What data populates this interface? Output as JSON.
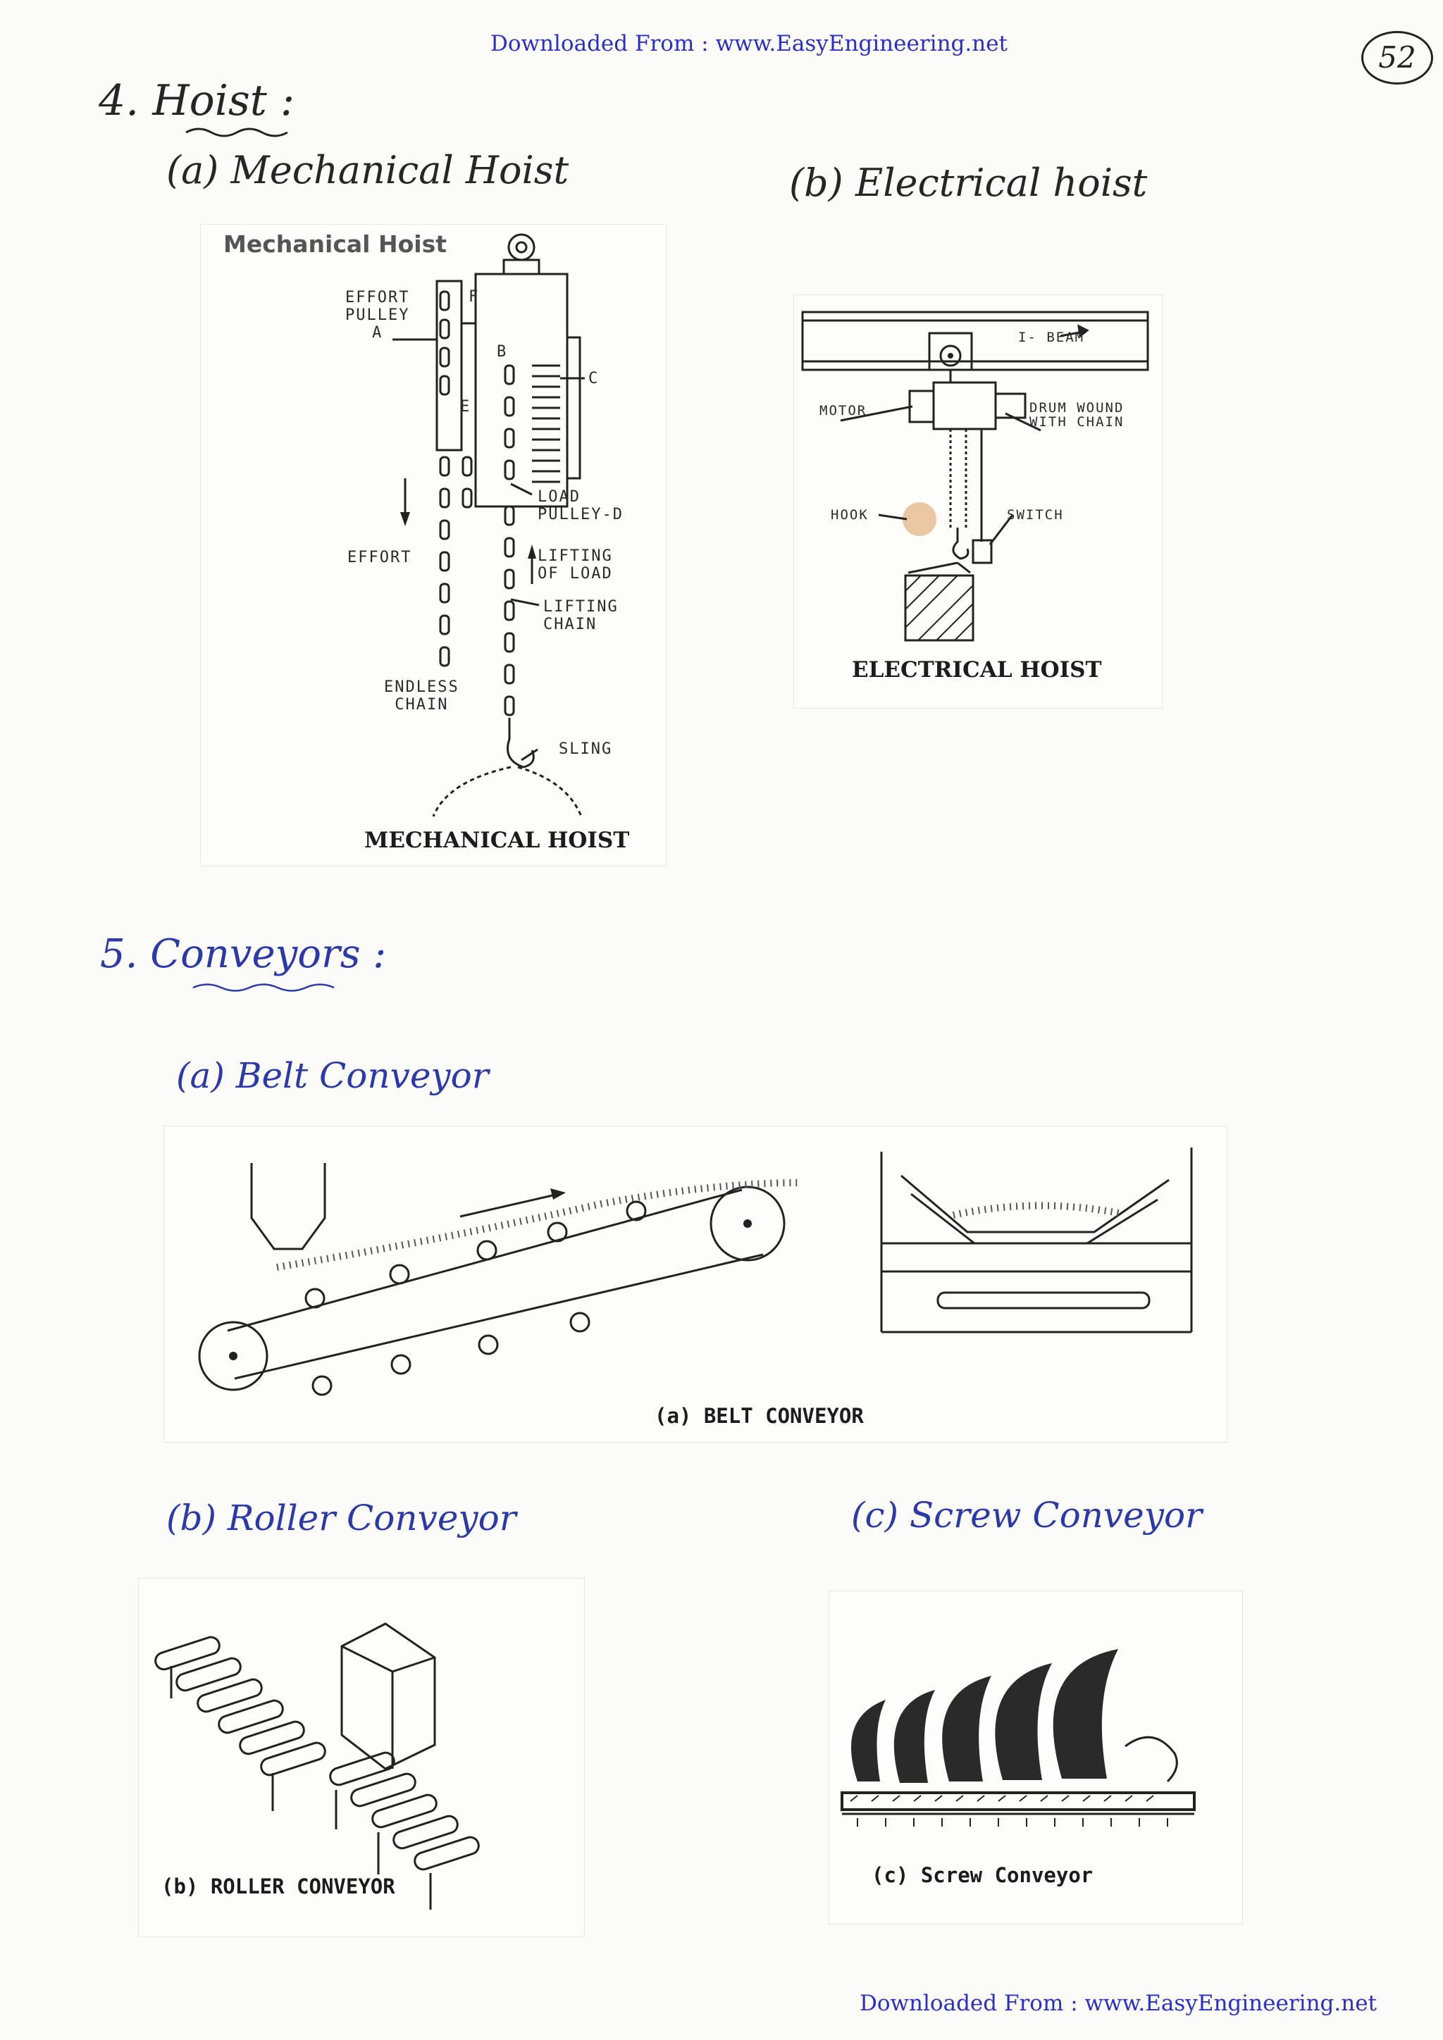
{
  "header": {
    "download_text": "Downloaded From : www.EasyEngineering.net",
    "page_number": "52"
  },
  "footer": {
    "download_text": "Downloaded From : www.EasyEngineering.net"
  },
  "section4": {
    "heading": "4. Hoist :",
    "a_heading": "(a) Mechanical Hoist",
    "b_heading": "(b) Electrical hoist",
    "mechanical": {
      "subtitle": "Mechanical Hoist",
      "labels": {
        "effort_pulley": "EFFORT\nPULLEY\nA",
        "f": "F",
        "b": "B",
        "c": "C",
        "e": "E",
        "load_pulley": "LOAD\nPULLEY-D",
        "effort": "EFFORT",
        "lifting_of_load": "LIFTING\nOF LOAD",
        "lifting_chain": "LIFTING\nCHAIN",
        "endless_chain": "ENDLESS\nCHAIN",
        "sling": "SLING"
      },
      "caption": "MECHANICAL HOIST"
    },
    "electrical": {
      "labels": {
        "i_beam": "I- BEAM",
        "motor": "MOTOR",
        "drum": "DRUM WOUND\nWITH CHAIN",
        "hook": "HOOK",
        "switch": "SWITCH"
      },
      "caption": "ELECTRICAL HOIST"
    }
  },
  "section5": {
    "heading": "5. Conveyors :",
    "a_heading": "(a) Belt Conveyor",
    "belt_caption": "(a) BELT CONVEYOR",
    "b_heading": "(b) Roller Conveyor",
    "roller_caption": "(b) ROLLER CONVEYOR",
    "c_heading": "(c) Screw Conveyor",
    "screw_caption": "(c) Screw Conveyor"
  }
}
